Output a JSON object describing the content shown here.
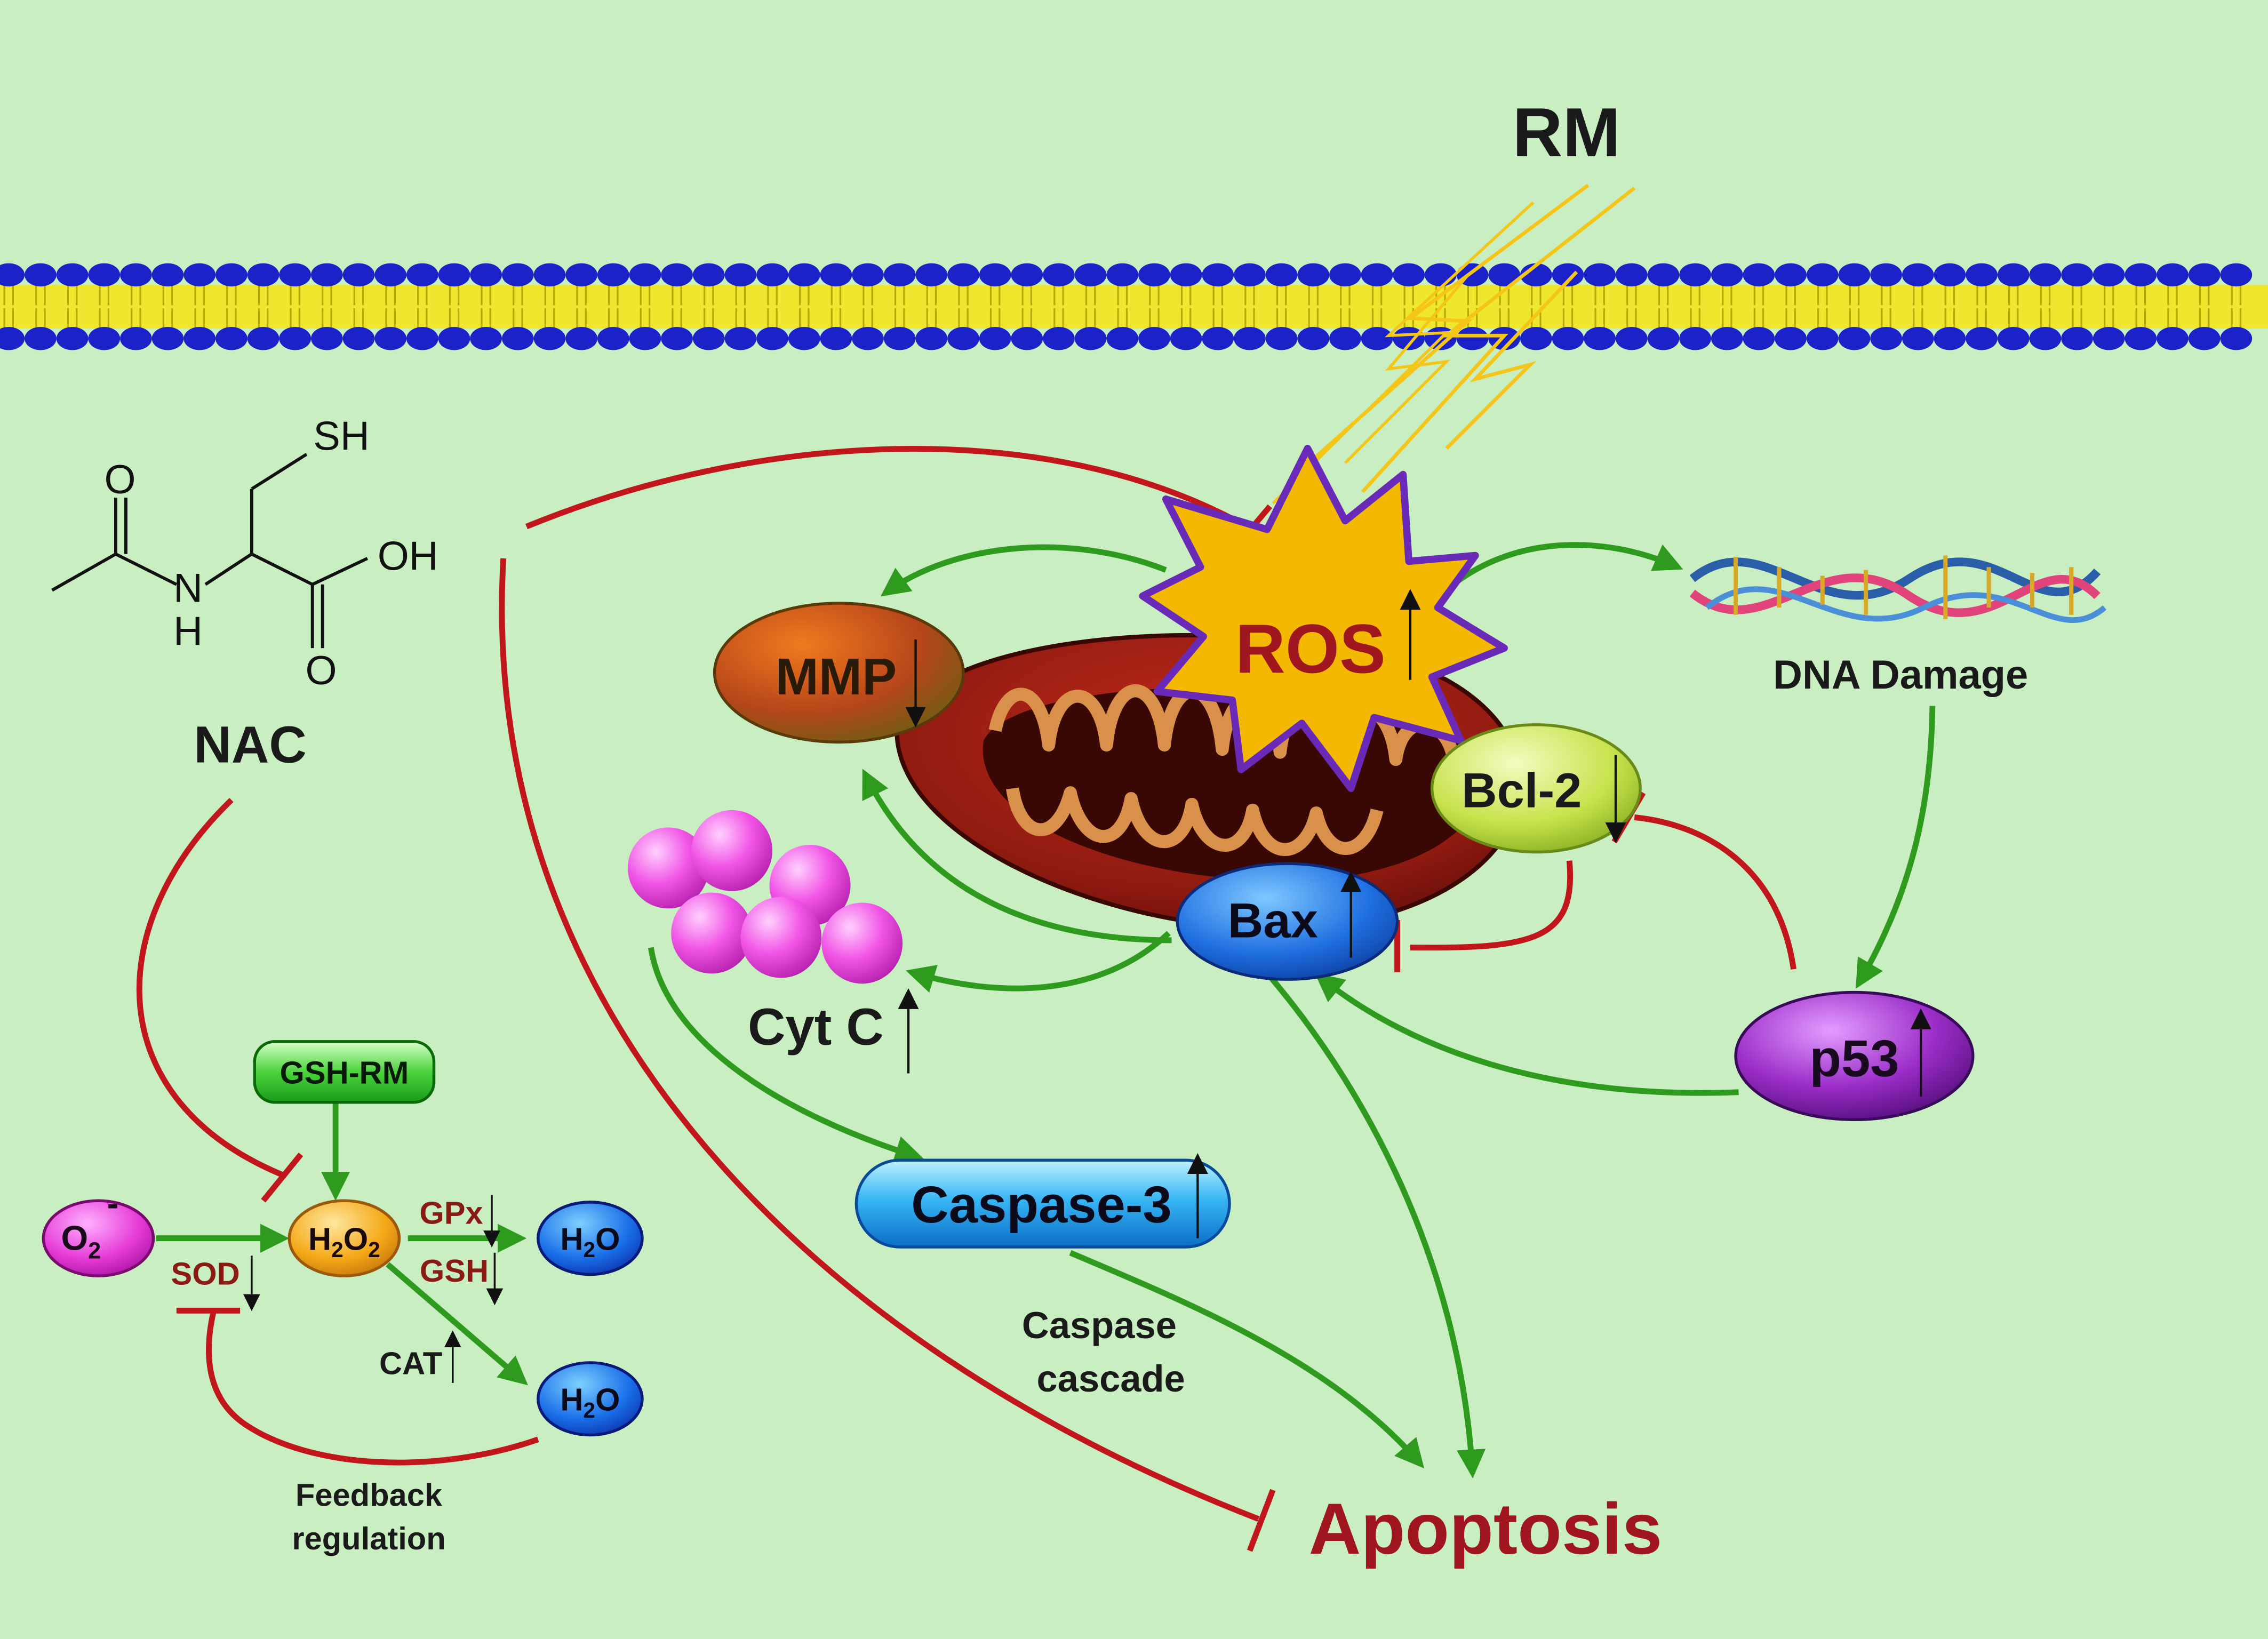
{
  "stimulus": {
    "label": "RM"
  },
  "nac": {
    "name": "NAC",
    "atoms": {
      "sh": "SH",
      "o_top": "O",
      "oh": "OH",
      "n": "N",
      "h": "H",
      "o_bottom": "O"
    }
  },
  "mito": {
    "ros": "ROS",
    "mmp": "MMP",
    "bcl2": "Bcl-2",
    "bax": "Bax",
    "cytc": "Cyt C",
    "dna": "DNA Damage",
    "p53": "p53",
    "caspase3": "Caspase-3",
    "caspase_cascade_1": "Caspase",
    "caspase_cascade_2": "cascade",
    "outcome": "Apoptosis"
  },
  "redox": {
    "o2_base": "O",
    "o2_sub": "2",
    "o2_sup": "-",
    "h2o2_h": "H",
    "h2o2_sub1": "2",
    "h2o2_o": "O",
    "h2o2_sub2": "2",
    "h2o_h": "H",
    "h2o_sub": "2",
    "h2o_o": "O",
    "gsh_rm": "GSH-RM",
    "sod": "SOD",
    "gpx": "GPx",
    "gsh": "GSH",
    "cat": "CAT",
    "feedback_1": "Feedback",
    "feedback_2": "regulation"
  },
  "colors": {
    "background": "#c8eec1",
    "activation": "#2e9a1e",
    "inhibition": "#c0161c",
    "membrane_head": "#1a22c8",
    "membrane_tail": "#f2e61e",
    "ros_fill": "#f4b800",
    "ros_text": "#a0161e",
    "outcome_text": "#a0161e"
  },
  "markers": {
    "mmp": "down",
    "ros": "up",
    "bcl2": "down",
    "bax": "up",
    "cytc": "up",
    "p53": "up",
    "caspase3": "up",
    "sod": "down",
    "gpx": "down",
    "gsh": "down",
    "cat": "up"
  }
}
